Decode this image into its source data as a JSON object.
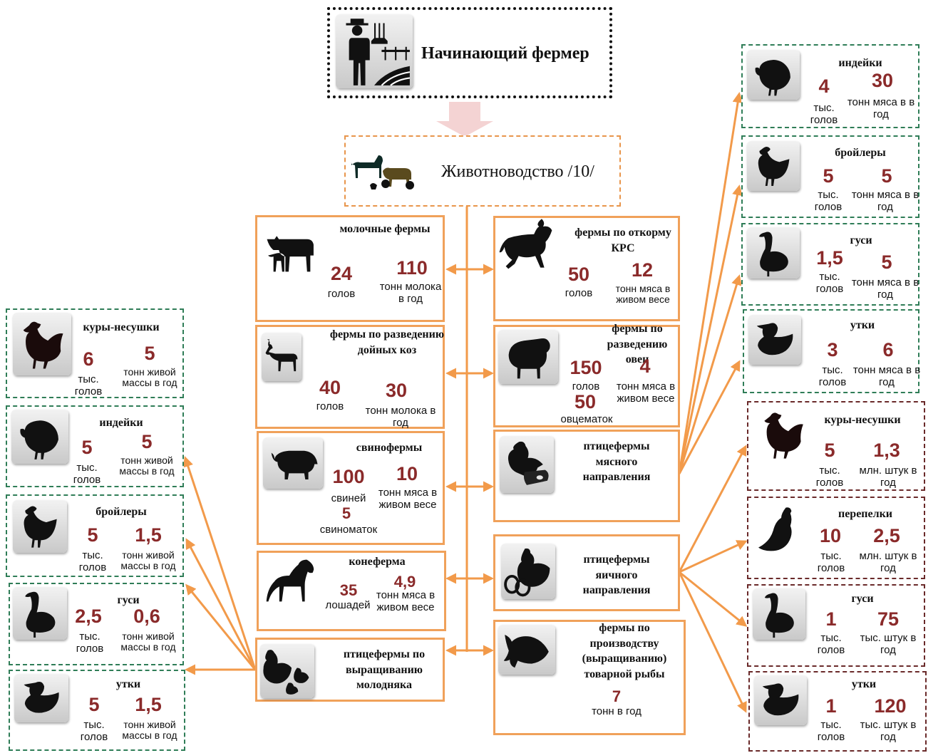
{
  "top": {
    "title": "Начинающий фермер",
    "icon": "farmer-icon"
  },
  "main": {
    "title": "Животноводство /10/",
    "icon": "livestock-icon"
  },
  "farms": [
    {
      "id": "dairy",
      "title": "молочные фермы",
      "icon": "cow-calf-icon",
      "num1": "24",
      "lbl1": "голов",
      "num2": "110",
      "lbl2": "тонн молока в год"
    },
    {
      "id": "cattle",
      "title": "фермы по откорму КРС",
      "icon": "bull-icon",
      "num1": "50",
      "lbl1": "голов",
      "num2": "12",
      "lbl2": "тонн мяса в живом весе"
    },
    {
      "id": "goats",
      "title": "фермы по разведению дойных коз",
      "icon": "goat-icon",
      "num1": "40",
      "lbl1": "голов",
      "num2": "30",
      "lbl2": "тонн молока в год"
    },
    {
      "id": "sheep",
      "title": "фермы по разведению овец",
      "icon": "sheep-icon",
      "num1": "150",
      "lbl1": "голов",
      "num2": "4",
      "lbl2": "тонн мяса в живом весе",
      "num3": "50",
      "lbl3": "овцематок"
    },
    {
      "id": "pigs",
      "title": "свинофермы",
      "icon": "pig-icon",
      "num1": "100",
      "lbl1": "свиней",
      "num2": "10",
      "lbl2": "тонн мяса в живом весе",
      "num3": "5",
      "lbl3": "свиноматок"
    },
    {
      "id": "poultry-meat",
      "title": "птицефермы мясного направления",
      "icon": "chicken-meat-icon"
    },
    {
      "id": "horses",
      "title": "конеферма",
      "icon": "horse-icon",
      "num1": "35",
      "lbl1": "лошадей",
      "num2": "4,9",
      "lbl2": "тонн мяса в живом весе"
    },
    {
      "id": "poultry-egg",
      "title": "птицефермы яичного направления",
      "icon": "hen-eggs-icon"
    },
    {
      "id": "poultry-young",
      "title": "птицефермы по выращиванию молодняка",
      "icon": "hen-chicks-icon"
    },
    {
      "id": "fish",
      "title": "фермы по производству (выращиванию) товарной рыбы",
      "icon": "fish-icon",
      "num1": "7",
      "lbl1": "тонн в год"
    }
  ],
  "left_birds": [
    {
      "title": "куры-несушки",
      "icon": "hen-icon",
      "num1": "6",
      "lbl1": "тыс. голов",
      "num2": "5",
      "lbl2": "тонн живой массы в год"
    },
    {
      "title": "индейки",
      "icon": "turkey-icon",
      "num1": "5",
      "lbl1": "тыс. голов",
      "num2": "5",
      "lbl2": "тонн живой массы в год"
    },
    {
      "title": "бройлеры",
      "icon": "broiler-icon",
      "num1": "5",
      "lbl1": "тыс. голов",
      "num2": "1,5",
      "lbl2": "тонн живой массы в год"
    },
    {
      "title": "гуси",
      "icon": "goose-icon",
      "num1": "2,5",
      "lbl1": "тыс. голов",
      "num2": "0,6",
      "lbl2": "тонн живой массы в год"
    },
    {
      "title": "утки",
      "icon": "duck-icon",
      "num1": "5",
      "lbl1": "тыс. голов",
      "num2": "1,5",
      "lbl2": "тонн живой массы в год"
    }
  ],
  "right_meat": [
    {
      "title": "индейки",
      "icon": "turkey-icon",
      "num1": "4",
      "lbl1": "тыс. голов",
      "num2": "30",
      "lbl2": "тонн мяса в в год"
    },
    {
      "title": "бройлеры",
      "icon": "broiler-icon",
      "num1": "5",
      "lbl1": "тыс. голов",
      "num2": "5",
      "lbl2": "тонн мяса в в год"
    },
    {
      "title": "гуси",
      "icon": "goose-icon",
      "num1": "1,5",
      "lbl1": "тыс. голов",
      "num2": "5",
      "lbl2": "тонн мяса в в год"
    },
    {
      "title": "утки",
      "icon": "duck-icon",
      "num1": "3",
      "lbl1": "тыс. голов",
      "num2": "6",
      "lbl2": "тонн мяса в в год"
    }
  ],
  "right_egg": [
    {
      "title": "куры-несушки",
      "icon": "hen-icon",
      "num1": "5",
      "lbl1": "тыс. голов",
      "num2": "1,3",
      "lbl2": "млн. штук в год"
    },
    {
      "title": "перепелки",
      "icon": "quail-icon",
      "num1": "10",
      "lbl1": "тыс. голов",
      "num2": "2,5",
      "lbl2": "млн. штук в год"
    },
    {
      "title": "гуси",
      "icon": "goose-icon",
      "num1": "1",
      "lbl1": "тыс. голов",
      "num2": "75",
      "lbl2": "тыс. штук в год"
    },
    {
      "title": "утки",
      "icon": "duck-icon",
      "num1": "1",
      "lbl1": "тыс. голов",
      "num2": "120",
      "lbl2": "тыс. штук в год"
    }
  ],
  "colors": {
    "orange": "#f0a15a",
    "green": "#2f7d57",
    "brown": "#6a2a2a",
    "number": "#8a2a2a",
    "arrow": "#f29a4a"
  }
}
